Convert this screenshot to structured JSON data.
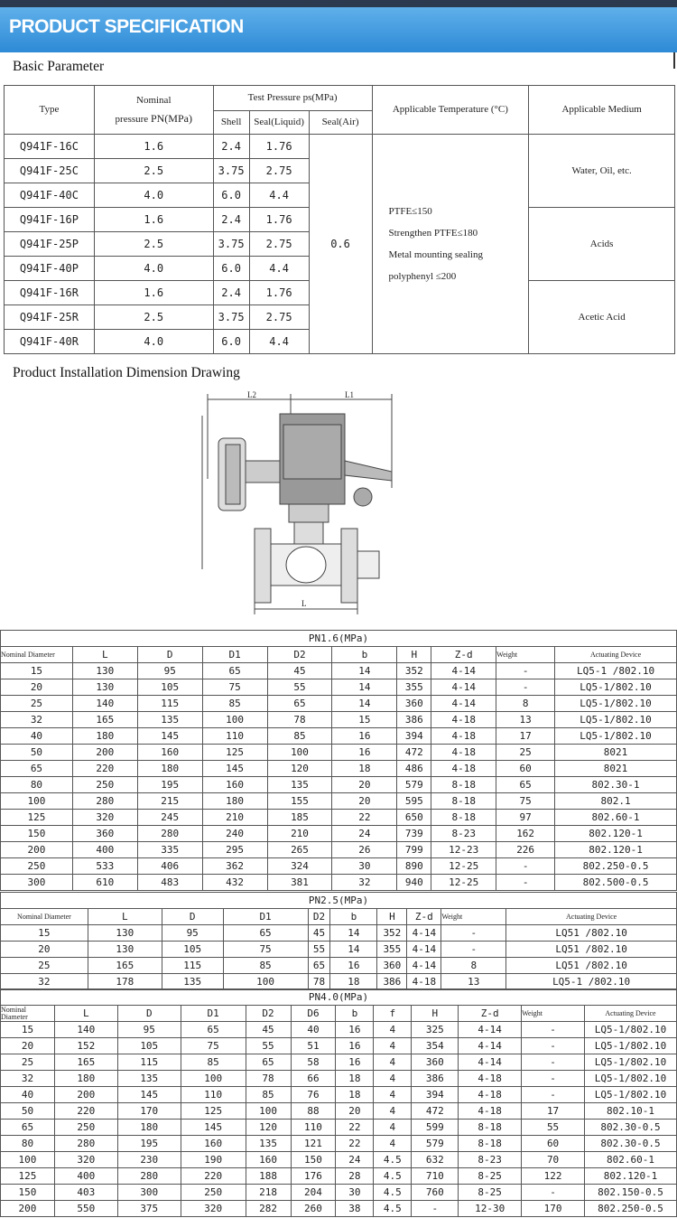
{
  "banner_title": "PRODUCT SPECIFICATION",
  "basic_parameter_heading": "Basic Parameter",
  "basic": {
    "h_type": "Type",
    "h_nominal": "Nominal",
    "h_pressure": "pressure",
    "h_pn": "PN(MPa)",
    "h_test": "Test Pressure ps(MPa)",
    "h_shell": "Shell",
    "h_seal_liquid": "Seal(Liquid)",
    "h_seal_air": "Seal(Air)",
    "h_temp": "Applicable Temperature (°C)",
    "h_medium": "Applicable Medium",
    "rows": [
      [
        "Q941F-16C",
        "1.6",
        "2.4",
        "1.76"
      ],
      [
        "Q941F-25C",
        "2.5",
        "3.75",
        "2.75"
      ],
      [
        "Q941F-40C",
        "4.0",
        "6.0",
        "4.4"
      ],
      [
        "Q941F-16P",
        "1.6",
        "2.4",
        "1.76"
      ],
      [
        "Q941F-25P",
        "2.5",
        "3.75",
        "2.75"
      ],
      [
        "Q941F-40P",
        "4.0",
        "6.0",
        "4.4"
      ],
      [
        "Q941F-16R",
        "1.6",
        "2.4",
        "1.76"
      ],
      [
        "Q941F-25R",
        "2.5",
        "3.75",
        "2.75"
      ],
      [
        "Q941F-40R",
        "4.0",
        "6.0",
        "4.4"
      ]
    ],
    "seal_air": "0.6",
    "temps": [
      "PTFE≤150",
      "Strengthen PTFE≤180",
      "Metal mounting sealing",
      "polyphenyl ≤200"
    ],
    "media": [
      "Water, Oil, etc.",
      "Acids",
      "Acetic Acid"
    ]
  },
  "installation_heading": "Product Installation Dimension Drawing",
  "drawing": {
    "l2": "L2",
    "l1": "L1",
    "l": "L"
  },
  "pn16": {
    "title": "PN1.6(MPa)",
    "headers": [
      "Nominal Diameter",
      "L",
      "D",
      "D1",
      "D2",
      "b",
      "H",
      "Z-d",
      "Weight",
      "Actuating Device"
    ],
    "rows": [
      [
        "15",
        "130",
        "95",
        "65",
        "45",
        "14",
        "352",
        "4-14",
        "-",
        "LQ5-1 /802.10"
      ],
      [
        "20",
        "130",
        "105",
        "75",
        "55",
        "14",
        "355",
        "4-14",
        "-",
        "LQ5-1/802.10"
      ],
      [
        "25",
        "140",
        "115",
        "85",
        "65",
        "14",
        "360",
        "4-14",
        "8",
        "LQ5-1/802.10"
      ],
      [
        "32",
        "165",
        "135",
        "100",
        "78",
        "15",
        "386",
        "4-18",
        "13",
        "LQ5-1/802.10"
      ],
      [
        "40",
        "180",
        "145",
        "110",
        "85",
        "16",
        "394",
        "4-18",
        "17",
        "LQ5-1/802.10"
      ],
      [
        "50",
        "200",
        "160",
        "125",
        "100",
        "16",
        "472",
        "4-18",
        "25",
        "8021"
      ],
      [
        "65",
        "220",
        "180",
        "145",
        "120",
        "18",
        "486",
        "4-18",
        "60",
        "8021"
      ],
      [
        "80",
        "250",
        "195",
        "160",
        "135",
        "20",
        "579",
        "8-18",
        "65",
        "802.30-1"
      ],
      [
        "100",
        "280",
        "215",
        "180",
        "155",
        "20",
        "595",
        "8-18",
        "75",
        "802.1"
      ],
      [
        "125",
        "320",
        "245",
        "210",
        "185",
        "22",
        "650",
        "8-18",
        "97",
        "802.60-1"
      ],
      [
        "150",
        "360",
        "280",
        "240",
        "210",
        "24",
        "739",
        "8-23",
        "162",
        "802.120-1"
      ],
      [
        "200",
        "400",
        "335",
        "295",
        "265",
        "26",
        "799",
        "12-23",
        "226",
        "802.120-1"
      ],
      [
        "250",
        "533",
        "406",
        "362",
        "324",
        "30",
        "890",
        "12-25",
        "-",
        "802.250-0.5"
      ],
      [
        "300",
        "610",
        "483",
        "432",
        "381",
        "32",
        "940",
        "12-25",
        "-",
        "802.500-0.5"
      ]
    ]
  },
  "pn25": {
    "title": "PN2.5(MPa)",
    "headers": [
      "Nominal Diameter",
      "L",
      "D",
      "D1",
      "D2",
      "b",
      "H",
      "Z-d",
      "Weight",
      "Actuating Device"
    ],
    "rows": [
      [
        "15",
        "130",
        "95",
        "65",
        "45",
        "14",
        "352",
        "4-14",
        "-",
        "LQ51 /802.10"
      ],
      [
        "20",
        "130",
        "105",
        "75",
        "55",
        "14",
        "355",
        "4-14",
        "-",
        "LQ51 /802.10"
      ],
      [
        "25",
        "165",
        "115",
        "85",
        "65",
        "16",
        "360",
        "4-14",
        "8",
        "LQ51 /802.10"
      ],
      [
        "32",
        "178",
        "135",
        "100",
        "78",
        "18",
        "386",
        "4-18",
        "13",
        "LQ5-1 /802.10"
      ]
    ]
  },
  "pn40": {
    "title": "PN4.0(MPa)",
    "headers": [
      "Nominal",
      "Diameter",
      "L",
      "D",
      "D1",
      "D2",
      "D6",
      "b",
      "f",
      "H",
      "Z-d",
      "Weight",
      "Actuating Device"
    ],
    "rows": [
      [
        "15",
        "140",
        "95",
        "65",
        "45",
        "40",
        "16",
        "4",
        "325",
        "4-14",
        "-",
        "LQ5-1/802.10"
      ],
      [
        "20",
        "152",
        "105",
        "75",
        "55",
        "51",
        "16",
        "4",
        "354",
        "4-14",
        "-",
        "LQ5-1/802.10"
      ],
      [
        "25",
        "165",
        "115",
        "85",
        "65",
        "58",
        "16",
        "4",
        "360",
        "4-14",
        "-",
        "LQ5-1/802.10"
      ],
      [
        "32",
        "180",
        "135",
        "100",
        "78",
        "66",
        "18",
        "4",
        "386",
        "4-18",
        "-",
        "LQ5-1/802.10"
      ],
      [
        "40",
        "200",
        "145",
        "110",
        "85",
        "76",
        "18",
        "4",
        "394",
        "4-18",
        "-",
        "LQ5-1/802.10"
      ],
      [
        "50",
        "220",
        "170",
        "125",
        "100",
        "88",
        "20",
        "4",
        "472",
        "4-18",
        "17",
        "802.10-1"
      ],
      [
        "65",
        "250",
        "180",
        "145",
        "120",
        "110",
        "22",
        "4",
        "599",
        "8-18",
        "55",
        "802.30-0.5"
      ],
      [
        "80",
        "280",
        "195",
        "160",
        "135",
        "121",
        "22",
        "4",
        "579",
        "8-18",
        "60",
        "802.30-0.5"
      ],
      [
        "100",
        "320",
        "230",
        "190",
        "160",
        "150",
        "24",
        "4.5",
        "632",
        "8-23",
        "70",
        "802.60-1"
      ],
      [
        "125",
        "400",
        "280",
        "220",
        "188",
        "176",
        "28",
        "4.5",
        "710",
        "8-25",
        "122",
        "802.120-1"
      ],
      [
        "150",
        "403",
        "300",
        "250",
        "218",
        "204",
        "30",
        "4.5",
        "760",
        "8-25",
        "-",
        "802.150-0.5"
      ],
      [
        "200",
        "550",
        "375",
        "320",
        "282",
        "260",
        "38",
        "4.5",
        "-",
        "12-30",
        "170",
        "802.250-0.5"
      ]
    ]
  }
}
